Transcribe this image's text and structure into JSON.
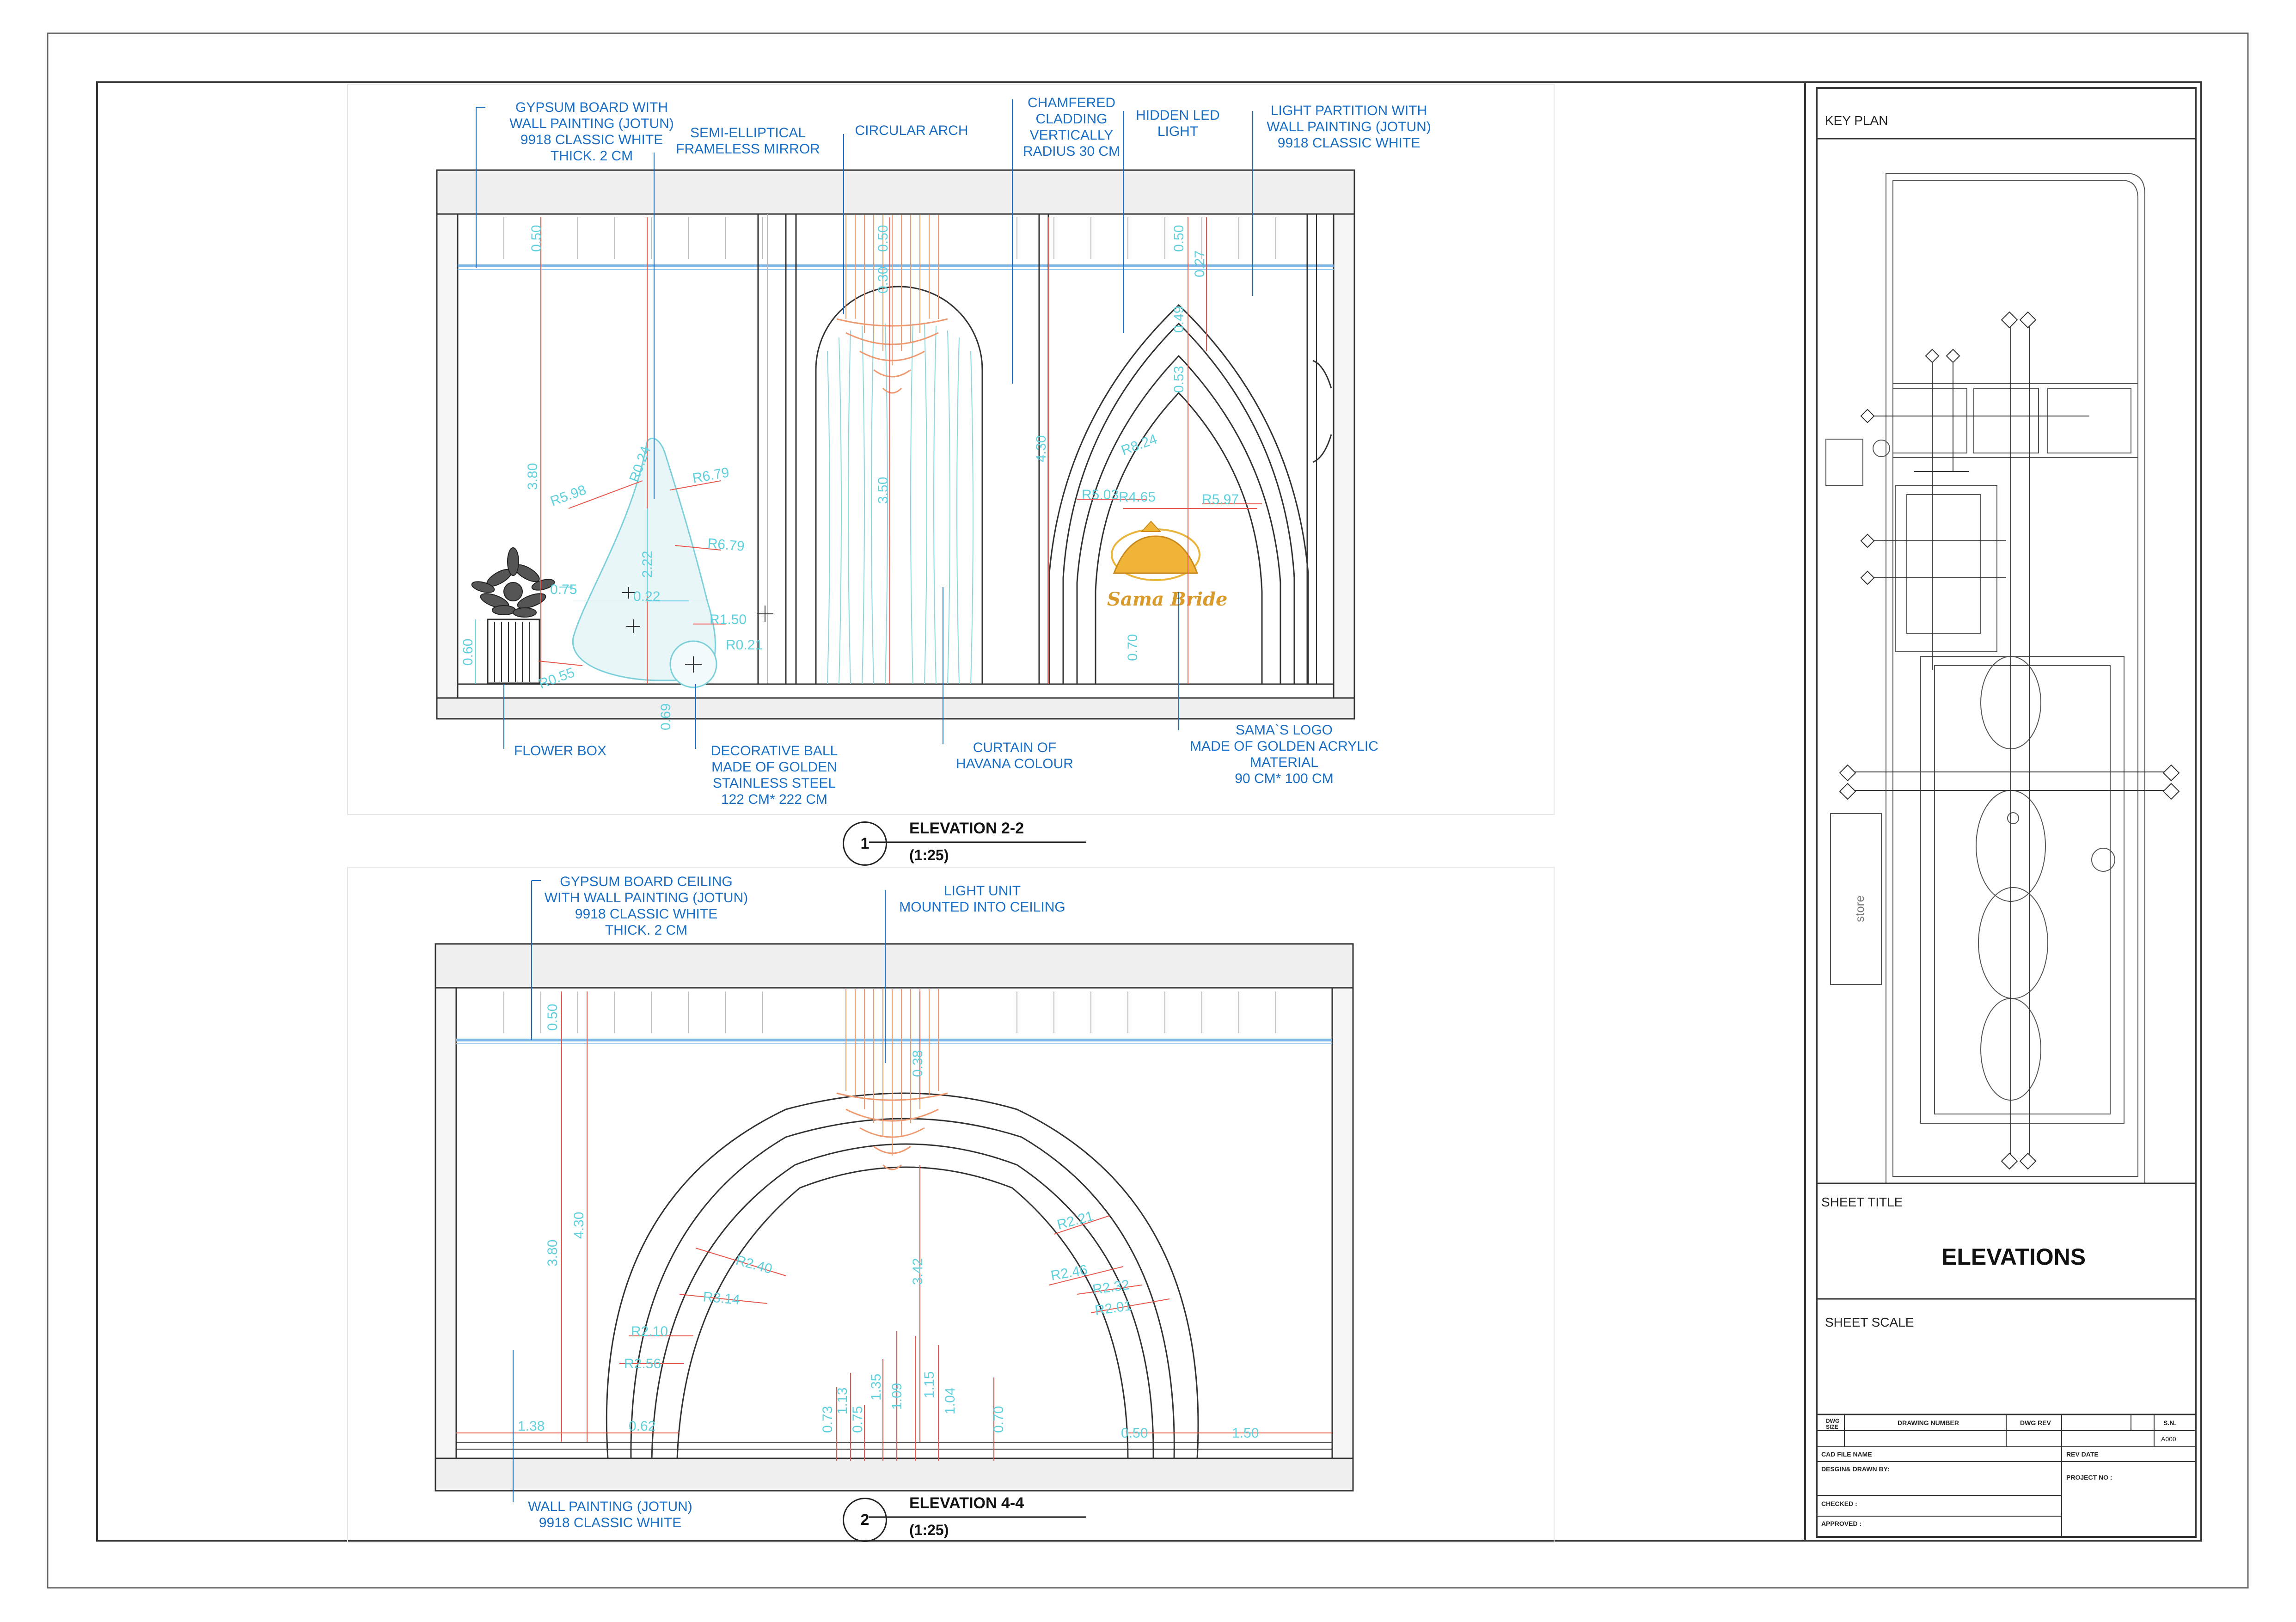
{
  "elevation_top": {
    "number": "1",
    "title": "ELEVATION 2-2",
    "scale": "(1:25)",
    "notes": {
      "gypsum": [
        "GYPSUM BOARD WITH",
        "WALL PAINTING (JOTUN)",
        "9918 CLASSIC WHITE",
        "THICK. 2 CM"
      ],
      "mirror": [
        "SEMI-ELLIPTICAL",
        "FRAMELESS MIRROR"
      ],
      "arch": [
        "CIRCULAR ARCH"
      ],
      "cladding": [
        "CHAMFERED",
        "CLADDING",
        "VERTICALLY",
        "RADIUS 30 CM"
      ],
      "led": [
        "HIDDEN LED",
        "LIGHT"
      ],
      "partition": [
        "LIGHT PARTITION WITH",
        "WALL PAINTING (JOTUN)",
        "9918 CLASSIC WHITE"
      ],
      "flower": [
        "FLOWER BOX"
      ],
      "ball": [
        "DECORATIVE BALL",
        "MADE OF GOLDEN",
        "STAINLESS STEEL",
        "122 CM* 222 CM"
      ],
      "curtain": [
        "CURTAIN OF",
        "HAVANA COLOUR"
      ],
      "logo": [
        "SAMA`S LOGO",
        "MADE OF GOLDEN ACRYLIC",
        "MATERIAL",
        "90 CM* 100 CM"
      ]
    },
    "dims": [
      "0.50",
      "3.80",
      "0.60",
      "R5.98",
      "R0.24",
      "R6.79",
      "2.22",
      "R6.79",
      "0.75",
      "0.22",
      "R1.50",
      "R0.21",
      "R0.55",
      "0.69",
      "0.50",
      "0.30",
      "3.50",
      "4.30",
      "0.50",
      "0.27",
      "0.49",
      "0.53",
      "R8.24",
      "R5.03",
      "R4.65",
      "R5.97",
      "0.70"
    ],
    "logo_text": "Sama Bride"
  },
  "elevation_bottom": {
    "number": "2",
    "title": "ELEVATION 4-4",
    "scale": "(1:25)",
    "notes": {
      "ceiling": [
        "GYPSUM BOARD CEILING",
        "WITH WALL PAINTING (JOTUN)",
        "9918 CLASSIC WHITE",
        "THICK. 2 CM"
      ],
      "light": [
        "LIGHT UNIT",
        "MOUNTED INTO CEILING"
      ],
      "wall": [
        "WALL PAINTING (JOTUN)",
        "9918 CLASSIC WHITE"
      ]
    },
    "dims": [
      "0.50",
      "3.80",
      "4.30",
      "0.38",
      "3.42",
      "R2.40",
      "R3.14",
      "R2.10",
      "R2.56",
      "R2.21",
      "R2.46",
      "R2.32",
      "R2.01",
      "1.38",
      "0.62",
      "0.73",
      "1.13",
      "0.75",
      "1.35",
      "1.09",
      "1.15",
      "1.04",
      "0.70",
      "0.50",
      "1.50"
    ]
  },
  "title_block": {
    "key_plan": "KEY PLAN",
    "store_label": "store",
    "sheet_title_label": "SHEET TITLE",
    "sheet_title": "ELEVATIONS",
    "sheet_scale_label": "SHEET SCALE",
    "dwg_size": "DWG SIZE",
    "drawing_number": "DRAWING NUMBER",
    "dwg_rev": "DWG REV",
    "sn": "S.N.",
    "sheet_no": "A000",
    "cad_file": "CAD FILE NAME",
    "rev_date": "REV DATE",
    "design": "DESGIN& DRAWN BY:",
    "project_no": "PROJECT NO :",
    "checked": "CHECKED :",
    "approved": "APPROVED :"
  },
  "colors": {
    "annotation": "#1a6fc4",
    "dimension_cyan": "#5fd0dc",
    "dimension_red": "#e8584e",
    "chandelier": "#ef9a70",
    "logo_gold": "#e9b53c",
    "line": "#333333"
  }
}
